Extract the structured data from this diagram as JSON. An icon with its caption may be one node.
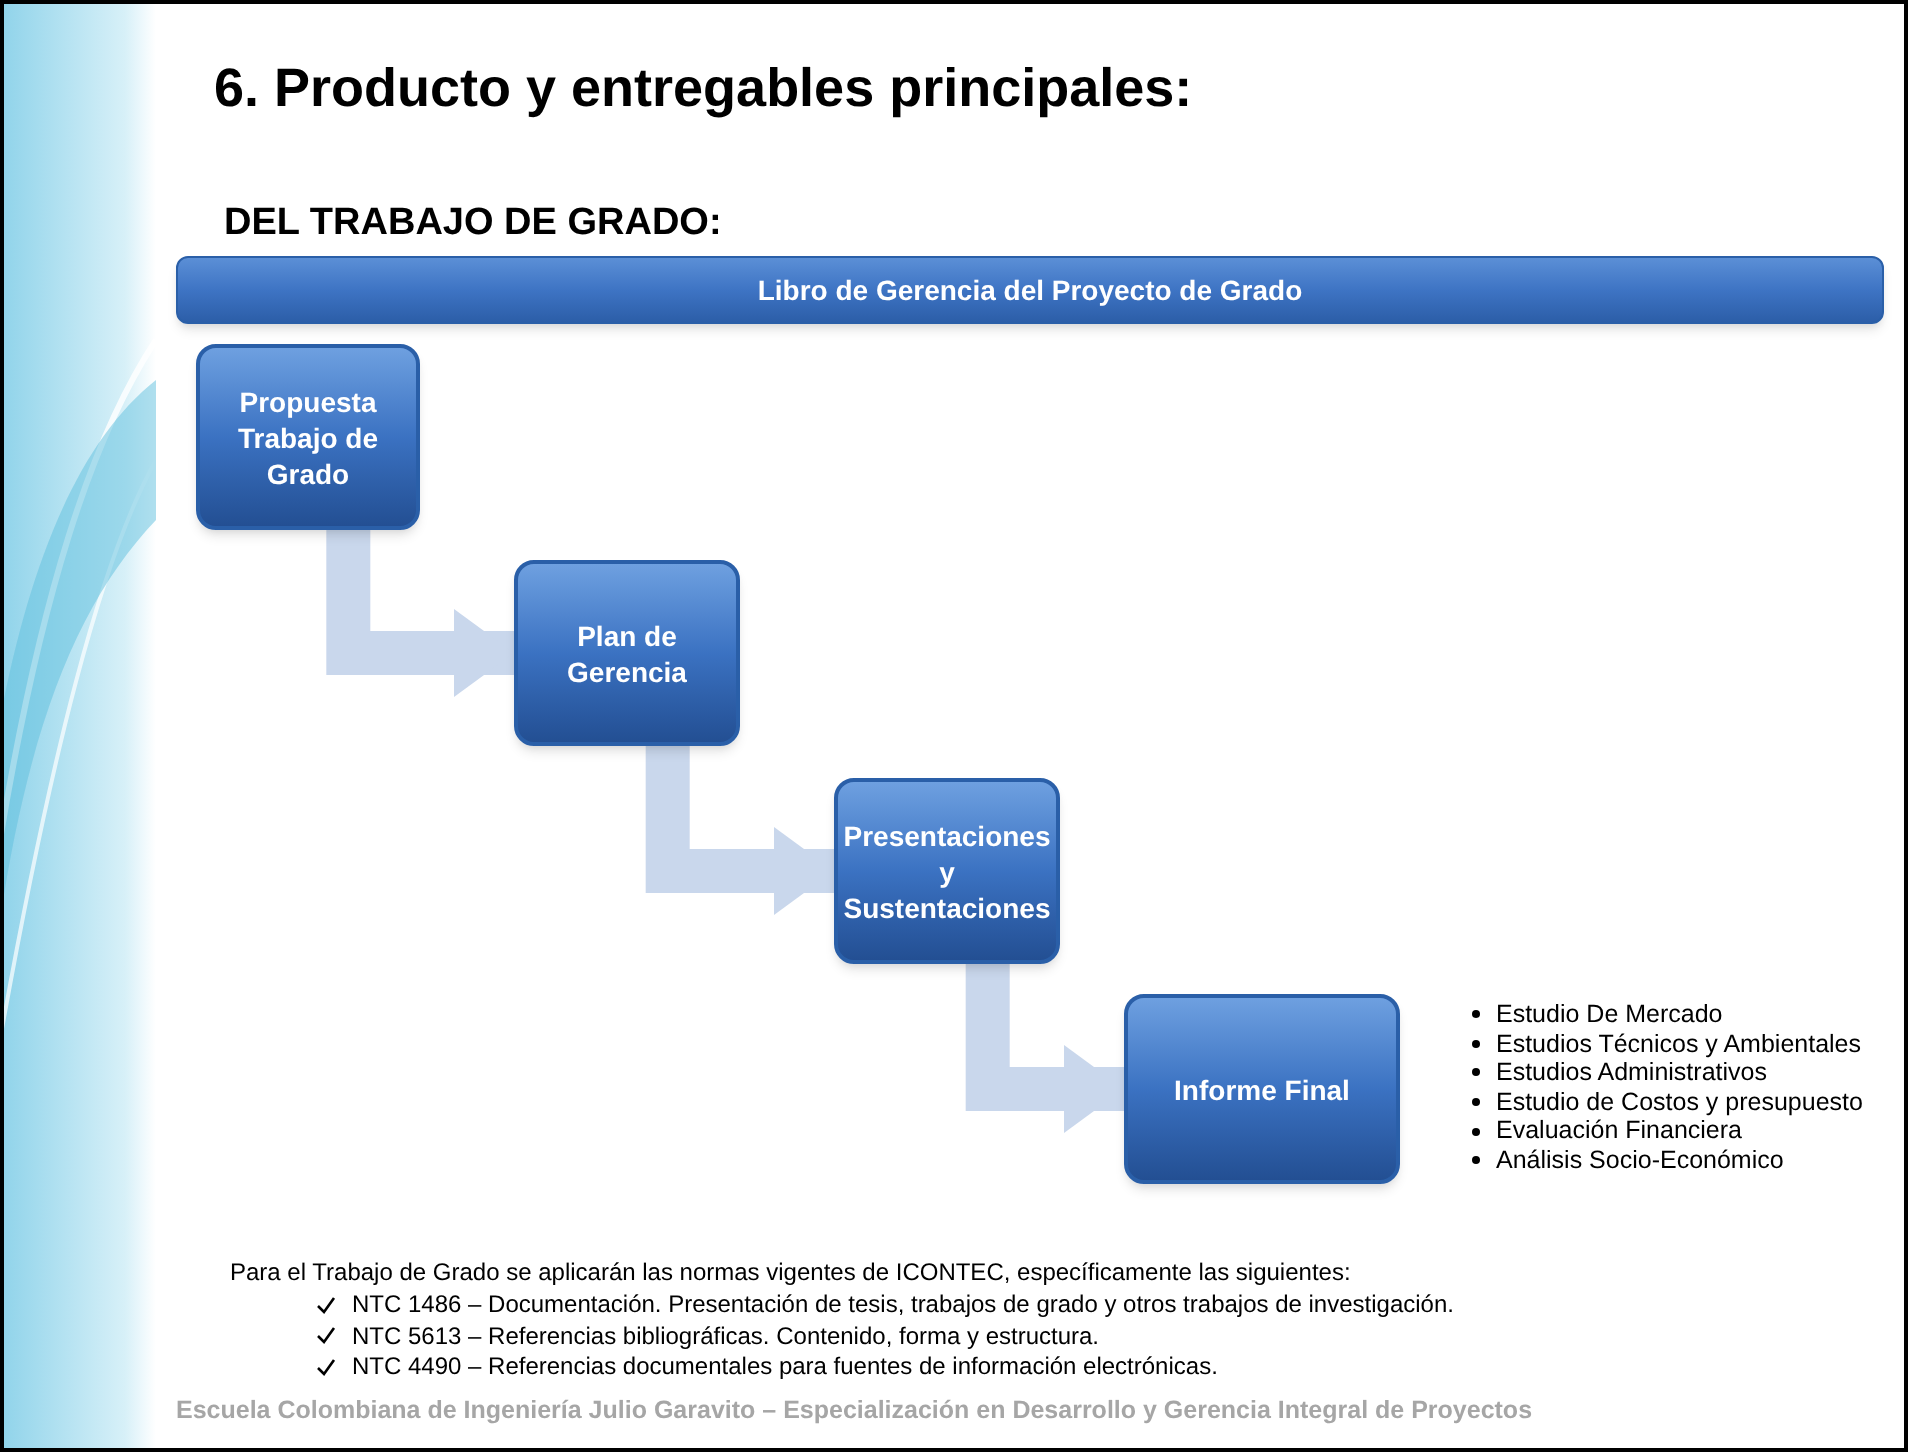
{
  "diagram": {
    "title": "6. Producto y entregables principales:",
    "nodes": [
      {
        "text": [
          "Libro de Gerencia del Proyecto de Grado"
        ]
      },
      {
        "text": [
          "Propuesta Trabajo de Grado"
        ]
      },
      {
        "text": [
          "Plan de Gerencia"
        ]
      },
      {
        "text": [
          "Presentaciones y Sustentaciones"
        ]
      },
      {
        "text": [
          "Informe Final"
        ],
        "beside": [
          "Estudio De Mercado",
          "Estudios Técnicos y Ambientales",
          "Estudios Administrativos",
          "Estudio de Costos y presupuesto",
          "Evaluación Financiera",
          "Análisis Socio-Económico"
        ]
      }
    ],
    "edges": [
      {
        "from": 1,
        "to": 2,
        "arrow": "to"
      },
      {
        "from": 2,
        "to": 3,
        "arrow": "to"
      },
      {
        "from": 3,
        "to": 4,
        "arrow": "to"
      }
    ],
    "labels": [
      "DEL TRABAJO DE GRADO:",
      "Para el Trabajo de Grado se aplicarán las normas vigentes de ICONTEC, específicamente las siguientes:",
      "NTC 1486 – Documentación. Presentación de tesis, trabajos de grado y otros trabajos de investigación.",
      "NTC 5613 – Referencias bibliográficas. Contenido, forma y estructura.",
      "NTC 4490 – Referencias documentales para fuentes de información electrónicas.",
      "Escuela Colombiana de Ingeniería Julio Garavito – Especialización en Desarrollo y Gerencia Integral de Proyectos"
    ]
  }
}
